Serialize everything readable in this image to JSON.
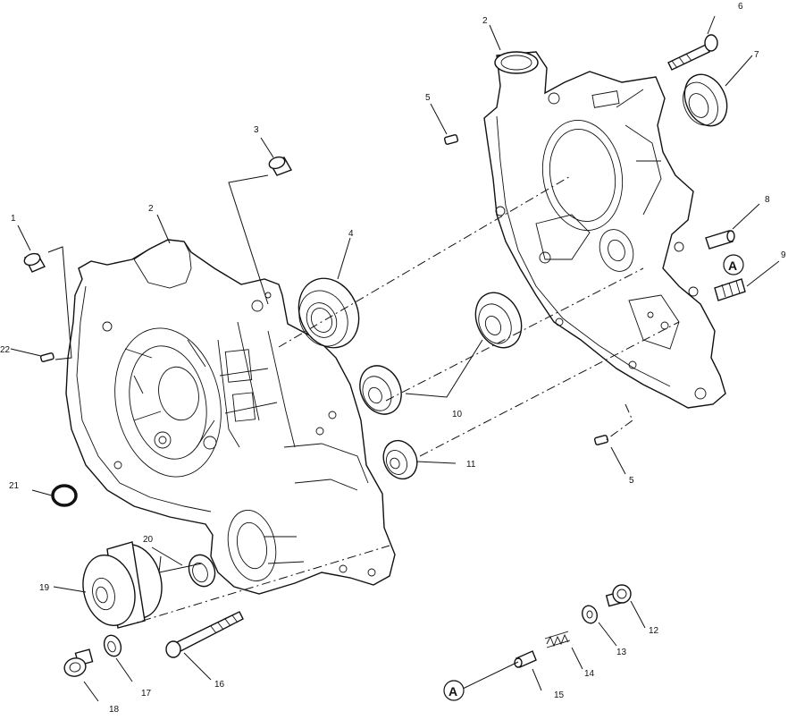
{
  "diagram": {
    "callouts": {
      "c1": "1",
      "c2_left": "2",
      "c2_right": "2",
      "c3": "3",
      "c4": "4",
      "c5_top": "5",
      "c5_bottom": "5",
      "c6": "6",
      "c7": "7",
      "c8": "8",
      "c9": "9",
      "c10": "10",
      "c11": "11",
      "c12": "12",
      "c13": "13",
      "c14": "14",
      "c15": "15",
      "c16": "16",
      "c17": "17",
      "c18": "18",
      "c19": "19",
      "c20": "20",
      "c21": "21",
      "c22": "22"
    },
    "reference_markers": {
      "a_upper": "A",
      "a_lower": "A"
    }
  }
}
